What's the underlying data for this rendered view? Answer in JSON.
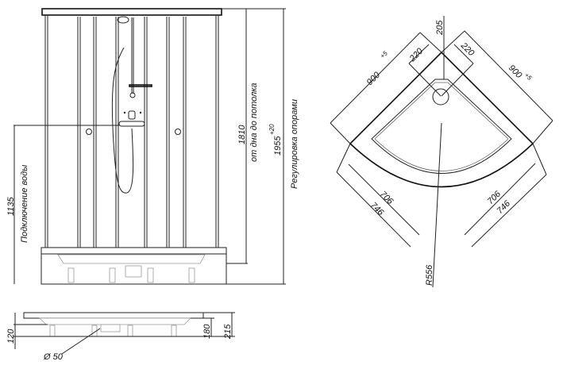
{
  "front_view": {
    "dim_total_height": "1955",
    "dim_total_height_tolerance": "+20",
    "dim_total_note": "Регулировка опорами",
    "dim_cabin_height": "1810",
    "dim_cabin_note": "от дна до потолка",
    "dim_water_height": "1135",
    "dim_water_note": "Подключение воды"
  },
  "tray_side_view": {
    "dim_leg_height": "120",
    "dim_tray_height": "180",
    "dim_total": "215",
    "drain_diameter": "Ø 50"
  },
  "plan_view": {
    "dim_side_left": "900",
    "dim_side_left_tolerance": "+5",
    "dim_side_right": "900",
    "dim_side_right_tolerance": "+5",
    "dim_drain_left": "220",
    "dim_drain_right": "220",
    "dim_drain_offset": "205",
    "dim_inner_left": "706",
    "dim_outer_left": "746",
    "dim_inner_right": "706",
    "dim_outer_right": "746",
    "dim_radius": "R556"
  }
}
